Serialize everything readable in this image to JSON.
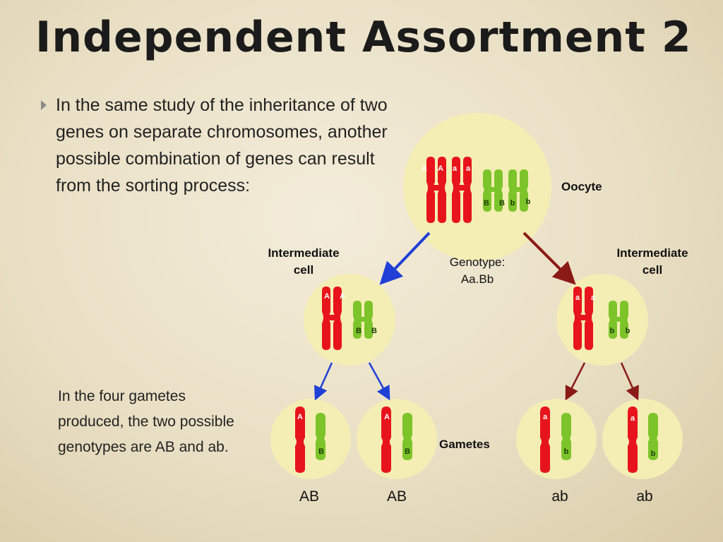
{
  "slide": {
    "title": "Independent Assortment 2",
    "intro": "In the same study of the inheritance of two genes on separate chromosomes, another possible combination of genes can result from the sorting process:",
    "summary": "In the four gametes produced, the two possible genotypes are AB and ab."
  },
  "diagram": {
    "oocyte": {
      "label": "Oocyte",
      "alleles_red": [
        "A",
        "A",
        "a",
        "a"
      ],
      "alleles_green": [
        "B",
        "B",
        "b",
        "b"
      ]
    },
    "genotype": {
      "label": "Genotype:",
      "value": "Aa.Bb"
    },
    "left_cell": {
      "label_line1": "Intermediate",
      "label_line2": "cell",
      "alleles_red": [
        "A",
        "A"
      ],
      "alleles_green": [
        "B",
        "B"
      ]
    },
    "right_cell": {
      "label_line1": "Intermediate",
      "label_line2": "cell",
      "alleles_red": [
        "a",
        "a"
      ],
      "alleles_green": [
        "b",
        "b"
      ]
    },
    "gametes_label": "Gametes",
    "gametes": [
      {
        "red": "A",
        "green": "B",
        "genotype": "AB"
      },
      {
        "red": "A",
        "green": "B",
        "genotype": "AB"
      },
      {
        "red": "a",
        "green": "b",
        "genotype": "ab"
      },
      {
        "red": "a",
        "green": "b",
        "genotype": "ab"
      }
    ],
    "colors": {
      "chromosome_red": "#e8141c",
      "chromosome_green": "#7cc42a",
      "cell_fill": "#f4eeb4",
      "arrow_blue": "#1f3fd6",
      "arrow_darkred": "#8a1a16"
    }
  }
}
